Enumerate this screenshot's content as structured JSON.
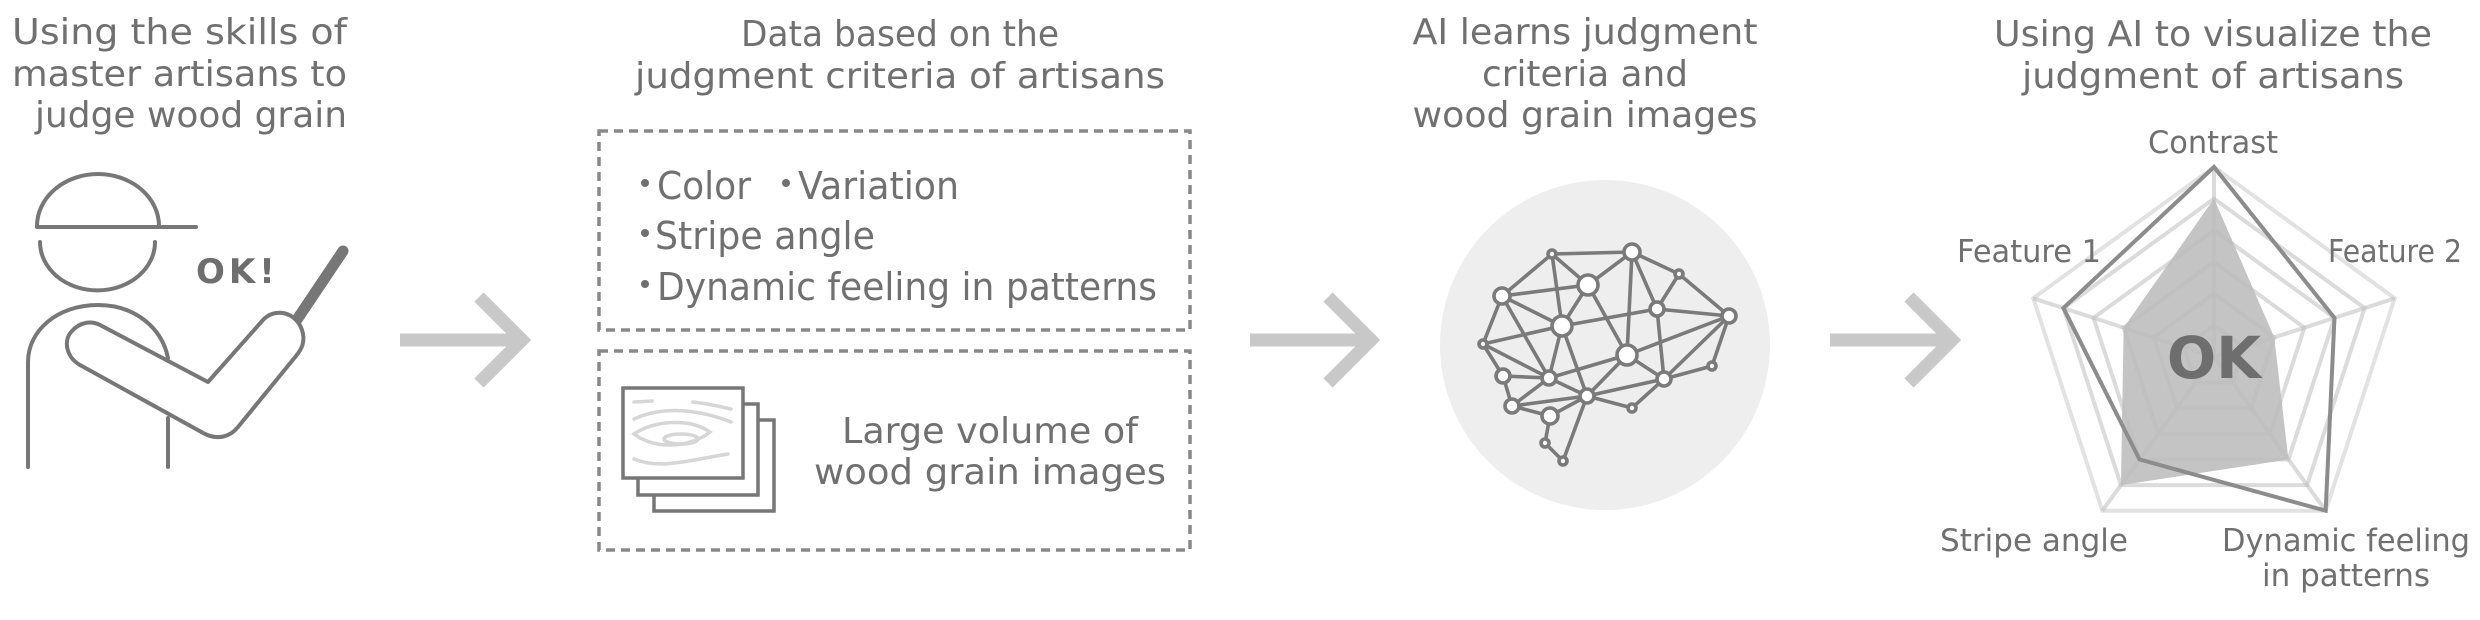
{
  "colors": {
    "text": "#707070",
    "arrow": "#c8c8c8",
    "line": "#777777",
    "brain_bg": "#eeeeee",
    "grid": "#e0e0e0",
    "fill_series": "#c4c4c4",
    "outline_series": "#8c8c8c"
  },
  "step1": {
    "title_lines": [
      "Using the skills of",
      "master artisans to",
      "judge wood grain"
    ],
    "speech": "OK!",
    "icon": "artisan-with-stick-icon"
  },
  "step2": {
    "title_lines": [
      "Data based on the",
      "judgment criteria of artisans"
    ],
    "criteria": {
      "bullet": "•",
      "items": [
        "Color",
        "Variation",
        "Stripe angle",
        "Dynamic feeling in patterns"
      ]
    },
    "images_label_lines": [
      "Large volume of",
      "wood grain images"
    ],
    "icon": "stacked-wood-grain-images-icon"
  },
  "step3": {
    "title_lines": [
      "AI learns judgment",
      "criteria and",
      "wood grain images"
    ],
    "icon": "neural-brain-icon"
  },
  "step4": {
    "title_lines": [
      "Using AI to visualize the",
      "judgment of artisans"
    ],
    "result": "OK"
  },
  "arrows": [
    "arrow-right-icon",
    "arrow-right-icon",
    "arrow-right-icon"
  ],
  "chart_data": {
    "type": "radar",
    "title": "Using AI to visualize the judgment of artisans",
    "axes": [
      "Contrast",
      "Feature 2",
      "Dynamic feeling in patterns",
      "Stripe angle",
      "Feature 1"
    ],
    "axis_label_lines": [
      [
        "Contrast"
      ],
      [
        "Feature 2"
      ],
      [
        "Dynamic feeling",
        "in patterns"
      ],
      [
        "Stripe angle"
      ],
      [
        "Feature 1"
      ]
    ],
    "range": [
      0,
      6
    ],
    "grid_levels": 6,
    "grid": true,
    "center_label": "OK",
    "series": [
      {
        "name": "filled",
        "style": "area",
        "values": [
          5,
          2,
          4,
          5,
          3
        ]
      },
      {
        "name": "outline",
        "style": "line",
        "values": [
          6,
          4,
          6,
          4,
          5
        ]
      }
    ]
  }
}
